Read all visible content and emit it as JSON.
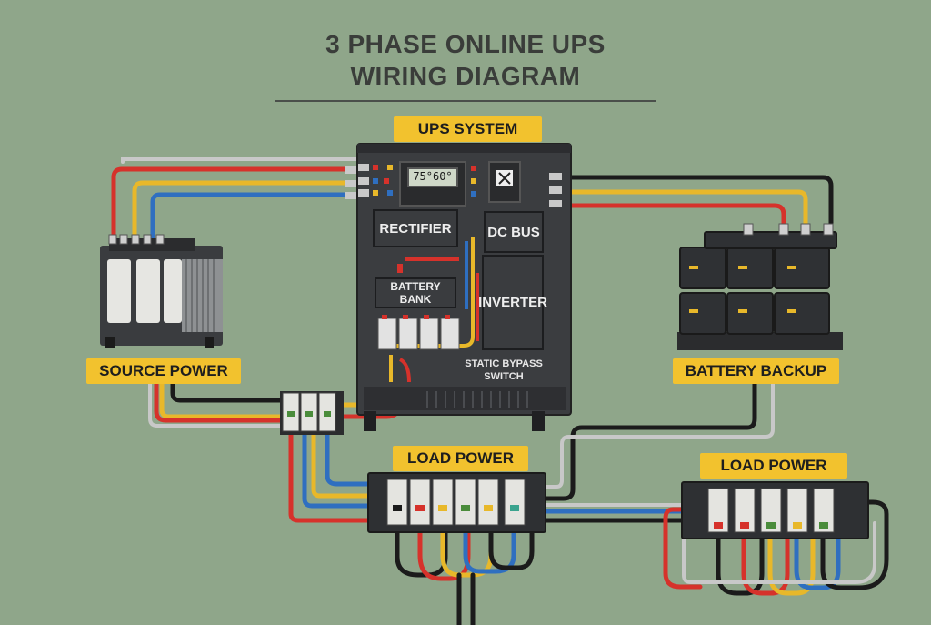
{
  "title_line1": "3 PHASE ONLINE UPS",
  "title_line2": "WIRING DIAGRAM",
  "labels": {
    "ups_system": "UPS SYSTEM",
    "source_power": "SOURCE POWER",
    "battery_backup": "BATTERY BACKUP",
    "load_power_center": "LOAD POWER",
    "load_power_right": "LOAD POWER"
  },
  "ups_modules": {
    "rectifier": "RECTIFIER",
    "dc_bus": "DC BUS",
    "battery_bank": "BATTERY BANK",
    "inverter": "INVERTER",
    "static_bypass_line1": "STATIC BYPASS",
    "static_bypass_line2": "SWITCH",
    "display": "75°60°"
  },
  "colors": {
    "background": "#8fa68a",
    "accent_tag": "#f2c22e",
    "wire_red": "#d6322b",
    "wire_yellow": "#e8b82a",
    "wire_blue": "#2f6fc0",
    "wire_black": "#1b1b1b",
    "wire_gray": "#c8c8c8"
  }
}
